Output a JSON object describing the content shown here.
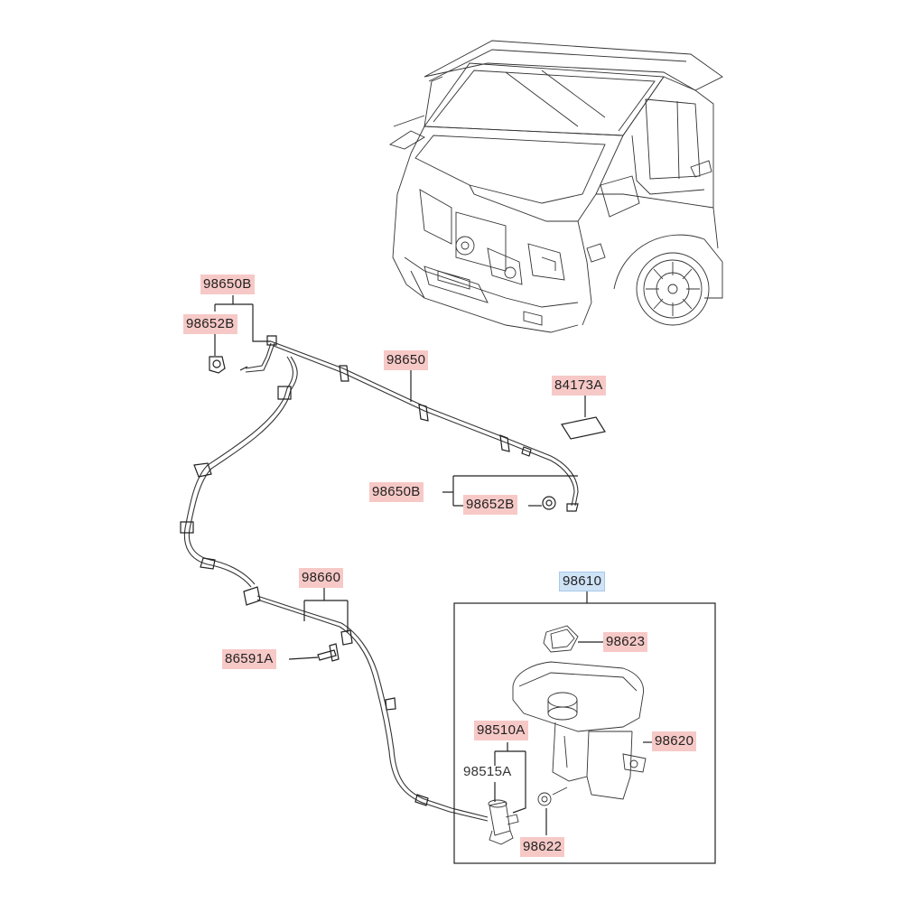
{
  "labels": {
    "l_98650B_top": "98650B",
    "l_98652B_top": "98652B",
    "l_98650": "98650",
    "l_84173A": "84173A",
    "l_98650B_mid": "98650B",
    "l_98652B_mid": "98652B",
    "l_98660": "98660",
    "l_86591A": "86591A",
    "l_98610": "98610",
    "l_98623": "98623",
    "l_98510A": "98510A",
    "l_98515A": "98515A",
    "l_98620": "98620",
    "l_98622": "98622"
  },
  "colors": {
    "highlight_pink": "#f6c9c7",
    "highlight_blue": "#cfe3f7",
    "line": "#222222"
  },
  "icons": [
    "vehicle-front-icon",
    "washer-hose-icon",
    "nozzle-icon",
    "clip-icon",
    "bolt-icon",
    "label-sticker-icon",
    "reservoir-tank-icon",
    "cap-icon",
    "pump-motor-icon",
    "grommet-icon"
  ]
}
